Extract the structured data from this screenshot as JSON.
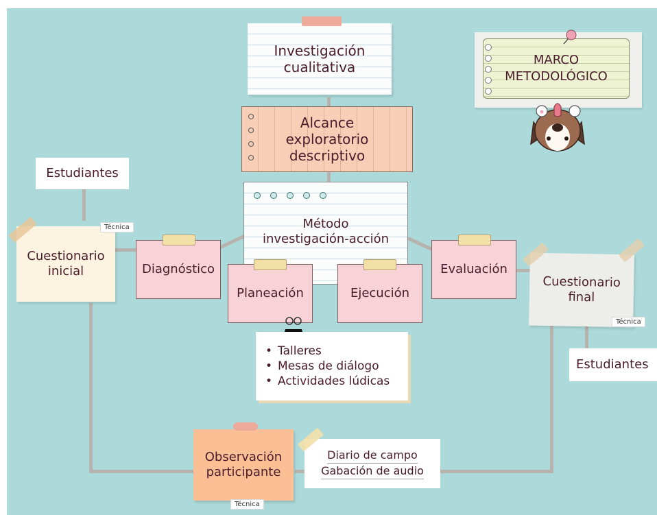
{
  "title": {
    "line1": "MARCO",
    "line2": "METODOLÓGICO"
  },
  "research_type": {
    "line1": "Investigación",
    "line2": "cualitativa"
  },
  "scope": {
    "line1": "Alcance",
    "line2": "exploratorio",
    "line3": "descriptivo"
  },
  "method": {
    "line1": "Método",
    "line2": "investigación-acción"
  },
  "phases": {
    "diagnostico": "Diagnóstico",
    "planeacion": "Planeación",
    "ejecucion": "Ejecución",
    "evaluacion": "Evaluación"
  },
  "activities": [
    "Talleres",
    "Mesas de diálogo",
    "Actividades lúdicas"
  ],
  "initial": {
    "line1": "Cuestionario",
    "line2": "inicial",
    "technique": "Técnica",
    "subject": "Estudiantes"
  },
  "final": {
    "line1": "Cuestionario",
    "line2": "final",
    "technique": "Técnica",
    "subject": "Estudiantes"
  },
  "observation": {
    "line1": "Observación",
    "line2": "participante",
    "technique": "Técnica"
  },
  "instruments": [
    "Diario de campo",
    "Gabación de audio"
  ],
  "colors": {
    "background": "#acd9d9",
    "connector": "#b6b2ad",
    "text": "#4a1c2b",
    "phase_note": "#f7d3d8",
    "scope_note": "#f7cfb6",
    "observation_note": "#fbbf95",
    "initial_note": "#fdf3e1",
    "title_note": "#eef3d4"
  }
}
